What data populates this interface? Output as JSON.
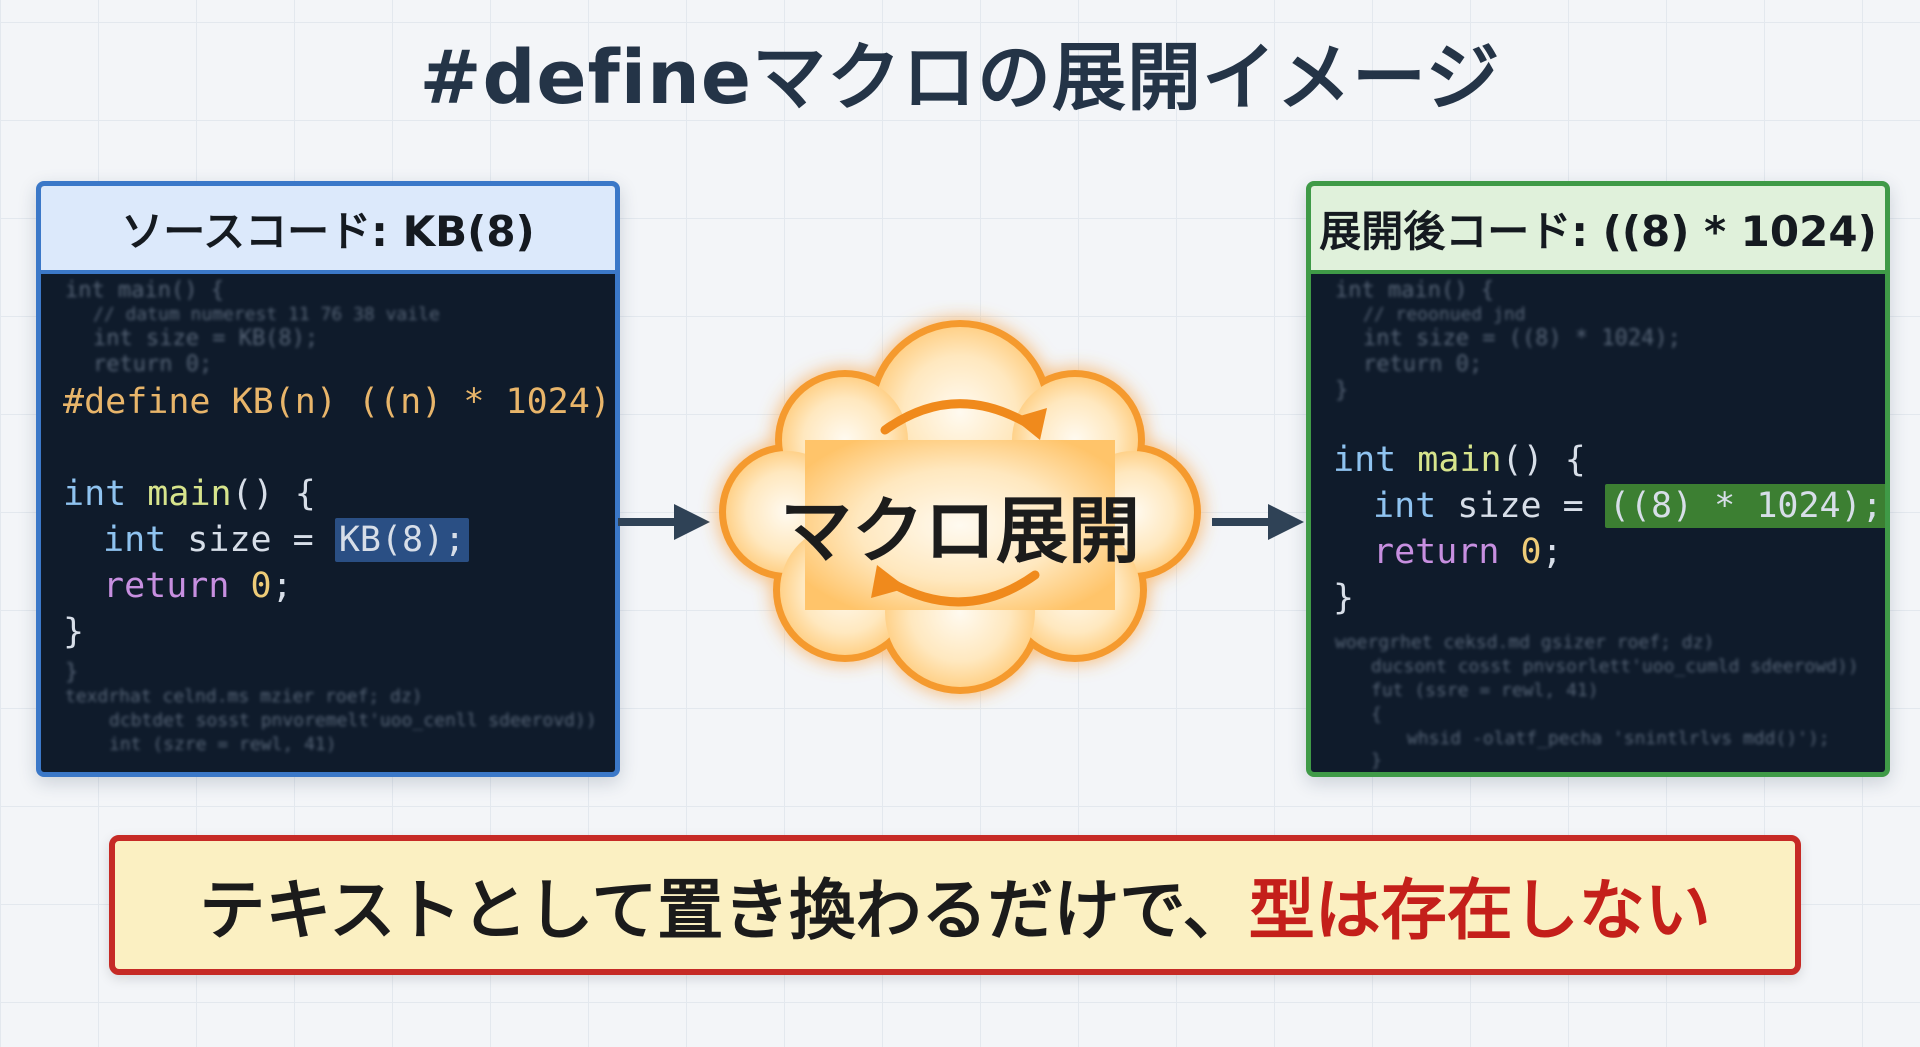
{
  "title": "#defineマクロの展開イメージ",
  "colors": {
    "source_border": "#3b78c8",
    "expanded_border": "#3f9a47",
    "cloud_glow": "#f4a340",
    "emphasis_red": "#c41f1a",
    "code_background": "#0f1b2b"
  },
  "source_panel": {
    "header": "ソースコード: KB(8)",
    "blurred_top": [
      "int main() {",
      "// datum numerest 11 76 38 vaile",
      "int size = KB(8);",
      "return 0;"
    ],
    "define_line": "#define KB(n) ((n) * 1024)",
    "code": {
      "int": "int",
      "main": "main",
      "main_rest": "() {",
      "size_decl": "size =",
      "size_value": "KB(8);",
      "return_kw": "return",
      "zero": "0",
      "semicolon": ";",
      "close_brace": "}"
    },
    "blurred_bottom": [
      "}",
      "texdrhat celnd.ms mzier roef; dz)",
      "dcbtdet sosst pnvoremelt'uoo_cenll sdeerovd))",
      "int (szre = rewl, 41)"
    ]
  },
  "process": {
    "label": "マクロ展開",
    "icon": "cycle-arrows-icon"
  },
  "expanded_panel": {
    "header": "展開後コード: ((8) * 1024)",
    "blurred_top": [
      "int main() {",
      "// reoonued jnd",
      "int size = ((8) * 1024);",
      "return 0;",
      "}"
    ],
    "code": {
      "int": "int",
      "main": "main",
      "main_rest": "() {",
      "size_decl": "size =",
      "size_value": "((8) * 1024);",
      "return_kw": "return",
      "zero": "0",
      "semicolon": ";",
      "close_brace": "}"
    },
    "blurred_bottom": [
      "woergrhet ceksd.md gsizer roef; dz)",
      "ducsont cosst pnvsorlett'uoo_cumld sdeerowd))",
      "fut (ssre = rewl, 41)",
      "{",
      "whsid -olatf_pecha 'snintlrlvs mdd()');",
      "}"
    ]
  },
  "conclusion": {
    "text_plain": "テキストとして置き換わるだけで、",
    "text_emphasis": "型は存在しない"
  }
}
